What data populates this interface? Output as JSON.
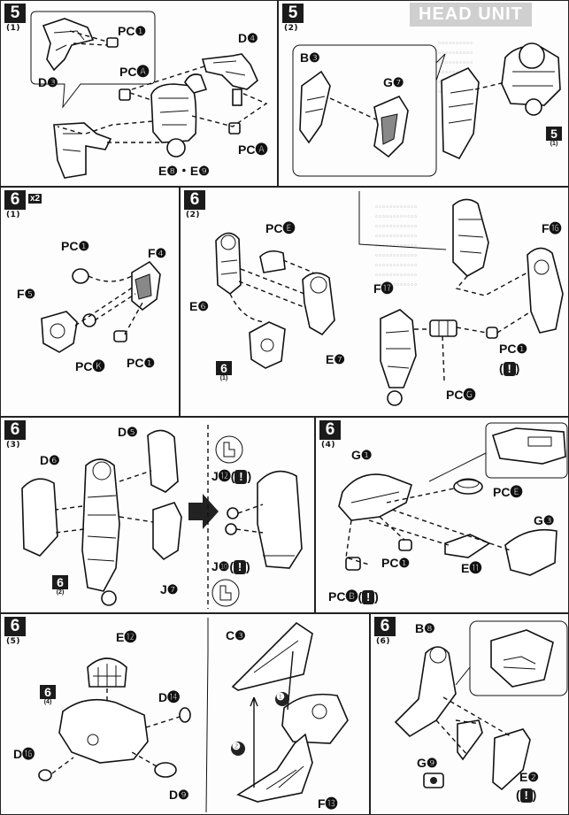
{
  "header": {
    "section_title": "HEAD UNIT"
  },
  "panels": {
    "p5_1": {
      "step": "5",
      "sub": "(1)",
      "labels": {
        "pc1": "PC❶",
        "pca1": "PC🅐",
        "d4": "D❹",
        "d3": "D❸",
        "pca2": "PC🅐",
        "e8e9": "E❽・E❾"
      }
    },
    "p5_2": {
      "step": "5",
      "sub": "(2)",
      "labels": {
        "b3": "B❸",
        "g7": "G❼"
      },
      "ref": {
        "step": "5",
        "sub": "(1)"
      }
    },
    "p6_1": {
      "step": "6",
      "sub": "(1)",
      "multiplier": "x2",
      "labels": {
        "pcj": "PC❶",
        "f4": "F❹",
        "f5": "F❺",
        "pck": "PC🅚",
        "pc1": "PC❶"
      }
    },
    "p6_2": {
      "step": "6",
      "sub": "(2)",
      "labels": {
        "pce": "PC🅔",
        "e6": "E❻",
        "e7": "E❼",
        "f16": "F⓰",
        "f17": "F⓱",
        "pcg": "PC🅖",
        "pc1": "PC❶"
      },
      "ref": {
        "step": "6",
        "sub": "(1)"
      },
      "warning": "!"
    },
    "p6_3": {
      "step": "6",
      "sub": "(3)",
      "labels": {
        "d5": "D❺",
        "d6": "D❻",
        "j7": "J❼",
        "j12": "J⓬(",
        "j10": "J❿("
      },
      "ref": {
        "step": "6",
        "sub": "(2)"
      },
      "warning": "!"
    },
    "p6_4": {
      "step": "6",
      "sub": "(4)",
      "labels": {
        "g1": "G❶",
        "pce": "PC🅔",
        "g3": "G❸",
        "pc1": "PC❶",
        "pcb": "PC🅑(",
        "e11": "E⓫"
      },
      "warning": "!"
    },
    "p6_5": {
      "step": "6",
      "sub": "(5)",
      "labels": {
        "e12": "E⓬",
        "d14": "D⓮",
        "d16": "D⓰",
        "d9": "D❾",
        "c3": "C❸",
        "f13": "F⓭"
      },
      "ref": {
        "step": "6",
        "sub": "(4)"
      },
      "order": [
        "❶",
        "❷"
      ]
    },
    "p6_6": {
      "step": "6",
      "sub": "(6)",
      "labels": {
        "b8": "B❽",
        "g9": "G❾",
        "e2": "E❷"
      },
      "warning": "!"
    }
  }
}
